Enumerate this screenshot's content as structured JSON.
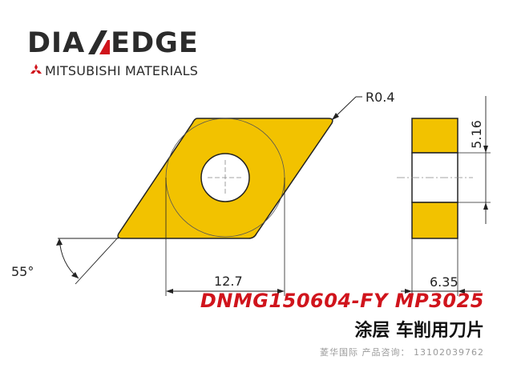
{
  "brand": {
    "name_left": "DIA",
    "name_right": "EDGE",
    "company": "MITSUBISHI MATERIALS",
    "logo_icon": "three-diamond-icon",
    "accent_color": "#d0141c"
  },
  "drawing": {
    "insert_color": "#f2c200",
    "radius_label": "R0.4",
    "angle_label": "55°",
    "inscribed_circle_label": "12.7",
    "thickness_label": "6.35",
    "hole_label": "5.16"
  },
  "product": {
    "model": "DNMG150604-FY  MP3025",
    "description": "涂层 车削用刀片"
  },
  "contact": {
    "text": "菱华国际  产品咨询：  13102039762"
  }
}
